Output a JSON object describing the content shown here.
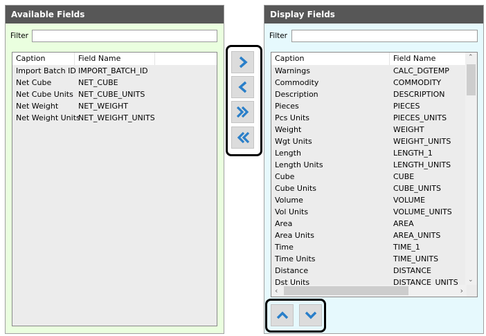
{
  "available": {
    "title": "Available Fields",
    "filter_label": "Filter",
    "filter_value": "",
    "columns": [
      "Caption",
      "Field Name"
    ],
    "rows": [
      [
        "Import Batch ID",
        "IMPORT_BATCH_ID"
      ],
      [
        "Net Cube",
        "NET_CUBE"
      ],
      [
        "Net Cube Units",
        "NET_CUBE_UNITS"
      ],
      [
        "Net Weight",
        "NET_WEIGHT"
      ],
      [
        "Net Weight Units",
        "NET_WEIGHT_UNITS"
      ]
    ]
  },
  "transfer_buttons": [
    {
      "name": "move-right-button",
      "icon": "chevron-right-icon"
    },
    {
      "name": "move-left-button",
      "icon": "chevron-left-icon"
    },
    {
      "name": "move-all-right-button",
      "icon": "double-chevron-right-icon"
    },
    {
      "name": "move-all-left-button",
      "icon": "double-chevron-left-icon"
    }
  ],
  "display": {
    "title": "Display Fields",
    "filter_label": "Filter",
    "filter_value": "",
    "columns": [
      "Caption",
      "Field Name"
    ],
    "rows": [
      [
        "Warnings",
        "CALC_DGTEMP"
      ],
      [
        "Commodity",
        "COMMODITY"
      ],
      [
        "Description",
        "DESCRIPTION"
      ],
      [
        "Pieces",
        "PIECES"
      ],
      [
        "Pcs Units",
        "PIECES_UNITS"
      ],
      [
        "Weight",
        "WEIGHT"
      ],
      [
        "Wgt Units",
        "WEIGHT_UNITS"
      ],
      [
        "Length",
        "LENGTH_1"
      ],
      [
        "Length Units",
        "LENGTH_UNITS"
      ],
      [
        "Cube",
        "CUBE"
      ],
      [
        "Cube Units",
        "CUBE_UNITS"
      ],
      [
        "Volume",
        "VOLUME"
      ],
      [
        "Vol Units",
        "VOLUME_UNITS"
      ],
      [
        "Area",
        "AREA"
      ],
      [
        "Area Units",
        "AREA_UNITS"
      ],
      [
        "Time",
        "TIME_1"
      ],
      [
        "Time Units",
        "TIME_UNITS"
      ],
      [
        "Distance",
        "DISTANCE"
      ],
      [
        "Dst Units",
        "DISTANCE_UNITS"
      ]
    ]
  },
  "order_buttons": [
    {
      "name": "move-up-button",
      "icon": "chevron-up-icon"
    },
    {
      "name": "move-down-button",
      "icon": "chevron-down-icon"
    }
  ],
  "colors": {
    "header": "#575757",
    "available_bg": "#eaffdf",
    "display_bg": "#e6f9fd",
    "icon_blue": "#2a7fc9"
  }
}
